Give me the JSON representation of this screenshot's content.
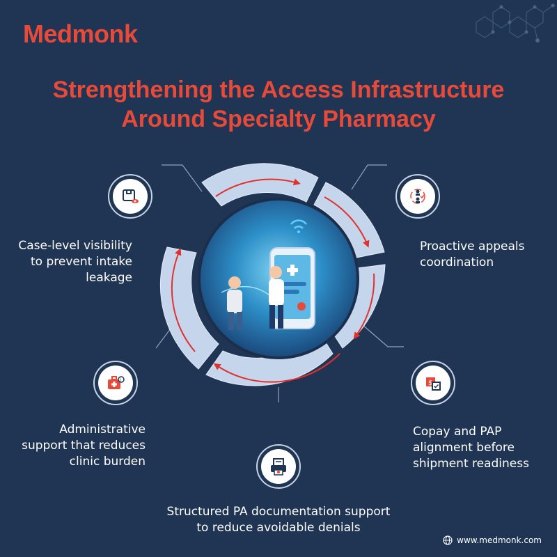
{
  "brand": {
    "name": "Medmonk"
  },
  "header": {
    "title_line1": "Strengthening the Access Infrastructure",
    "title_line2": "Around Specialty Pharmacy"
  },
  "items": [
    {
      "label_line1": "Case-level visibility",
      "label_line2": "to prevent intake",
      "label_line3": "leakage",
      "icon": "box-eye-icon"
    },
    {
      "label_line1": "Proactive appeals",
      "label_line2": "coordination",
      "icon": "people-cycle-icon"
    },
    {
      "label_line1": "Copay and PAP",
      "label_line2": "alignment before",
      "label_line3": "shipment readiness",
      "icon": "money-check-icon"
    },
    {
      "label_line1": "Structured PA documentation support",
      "label_line2": "to reduce avoidable denials",
      "icon": "document-printer-icon"
    },
    {
      "label_line1": "Administrative",
      "label_line2": "support that reduces",
      "label_line3": "clinic burden",
      "icon": "medical-kit-icon"
    }
  ],
  "footer": {
    "url": "www.medmonk.com",
    "icon": "globe-icon"
  },
  "colors": {
    "background": "#1f3553",
    "accent": "#e84a3a",
    "ring": "#c5d6ec",
    "arrow": "#e0312d"
  }
}
